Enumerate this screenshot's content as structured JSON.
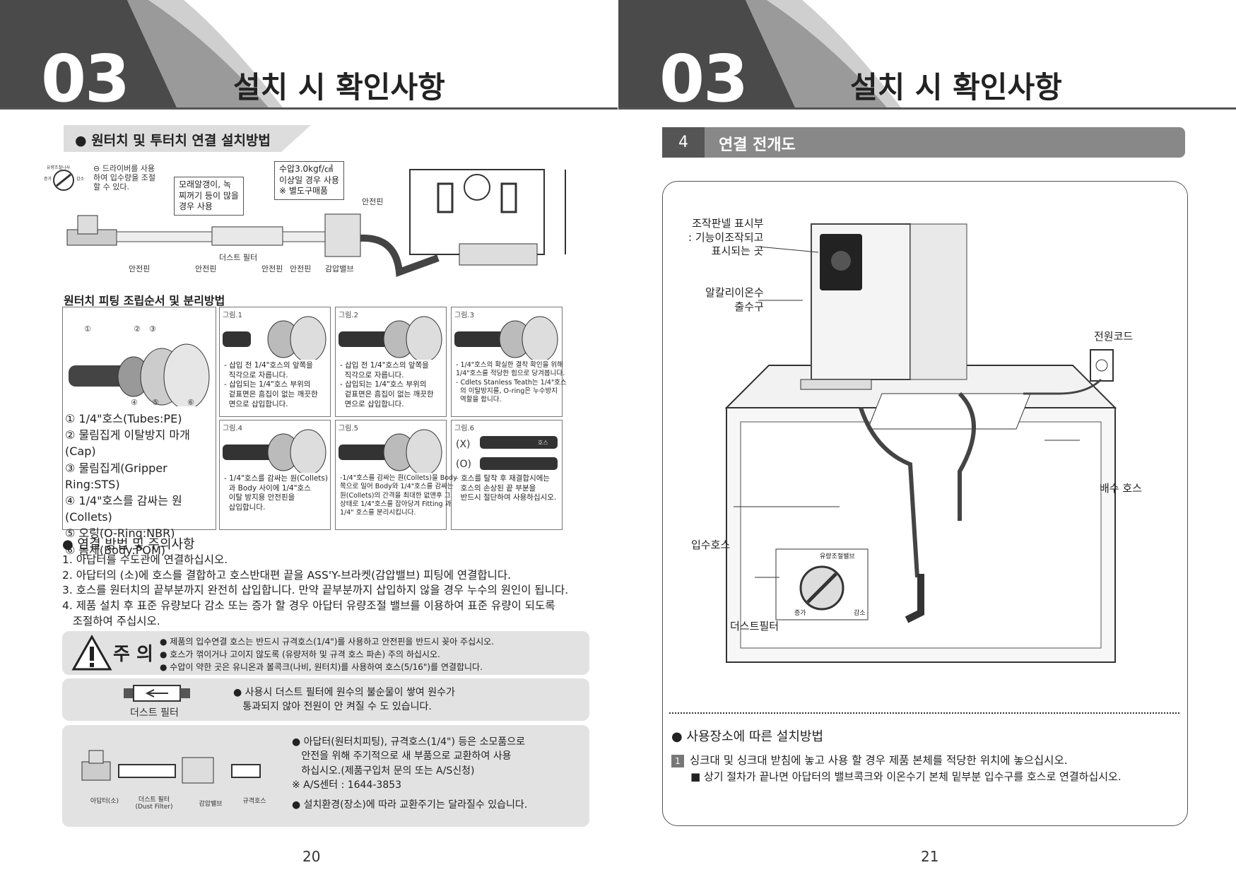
{
  "left": {
    "chapter": "03",
    "title": "설치 시 확인사항",
    "section_title": "원터치 및 투터치 연결 설치방법",
    "diagram": {
      "flow_knob_top": "유량조절나사",
      "flow_knob_left": "증가",
      "flow_knob_right": "감소",
      "note_driver": "⊖ 드라이버를 사용\n하여 입수량을 조절\n할 수 있다.",
      "note_sand": "모래알갱이, 녹\n찌꺼기 등이 많을\n경우 사용",
      "note_pressure": "수압3.0kgf/㎠\n이상일 경우 사용\n※ 별도구매품",
      "pin_labels": [
        "안전핀",
        "안전핀",
        "안전핀",
        "안전핀",
        "안전핀"
      ],
      "dust_filter": "더스트 필터",
      "reducing_valve": "감압밸브"
    },
    "fitting_title": "원터치 피팅 조립순서 및 분리방법",
    "main_fig_markers": [
      "①",
      "②",
      "③",
      "④",
      "⑤",
      "⑥"
    ],
    "parts": [
      "① 1/4\"호스(Tubes:PE)",
      "② 물림집게 이탈방지 마개(Cap)",
      "③ 물림집게(Gripper Ring:STS)",
      "④ 1/4\"호스를 감싸는 원(Collets)",
      "⑤ 오링(O-Ring:NBR)",
      "⑥ 몸체(Body:POM)"
    ],
    "figs": [
      {
        "label": "그림.1",
        "text": "- 삽입 전 1/4\"호스의 앞쪽을\n  직각으로 자릅니다.\n- 삽입되는 1/4\"호스 부위의\n  겉표면은 흠집이 없는 깨끗한\n  면으로 삽입합니다."
      },
      {
        "label": "그림.2",
        "text": "- 삽입 전 1/4\"호스의 앞쪽을\n  직각으로 자릅니다.\n- 삽입되는 1/4\"호스 부위의\n  겉표면은 흠집이 없는 깨끗한\n  면으로 삽입합니다."
      },
      {
        "label": "그림.3",
        "text": "- 1/4\"호스의 확실한 결착 확인을 위해\n1/4\"호스를 적당한 힘으로 당겨봅니다.\n- Cdlets Stanless Teath는 1/4\"호스\n  의 이탈방지를, O-ring은 누수방지\n  역할을 합니다."
      },
      {
        "label": "그림.4",
        "text": "- 1/4\"호스를 감싸는 원(Collets)\n  과 Body 사이에 1/4\"호스\n  이탈 방지용 안전핀을\n  삽입합니다."
      },
      {
        "label": "그림.5",
        "text": "-1/4\"호스를 감싸는 원(Collets)을 Body\n쪽으로 밀어 Body와 1/4\"호스를 감싸는\n원(Collets)의 간격을 최대한 없앤후 그\n상태로 1/4\"호스를 잡아당겨 Fitting 과\n1/4\" 호스를 분리시킵니다."
      },
      {
        "label": "그림.6",
        "text": "- 호스를 탈착 후 재결합시에는\n  호스의 손상된 끝 부분을\n  반드시 절단하여 사용하십시오."
      }
    ],
    "fig6_marks": [
      "(X)",
      "(O)"
    ],
    "fig6_tag": "호스",
    "connect_heading": "● 연결 방법 및 주의사항",
    "steps": [
      "1. 아답터를 수도관에 연결하십시오.",
      "2. 아답터의 (소)에 호스를 결합하고 호스반대편 끝을 ASS'Y-브라켓(감압밸브) 피팅에 연결합니다.",
      "3. 호스를 원터치의 끝부분까지 완전히 삽입합니다. 만약 끝부분까지 삽입하지 않을 경우 누수의 원인이 됩니다.",
      "4. 제품 설치 후 표준 유량보다 감소 또는 증가 할 경우 아답터 유량조절 밸브를 이용하여 표준 유량이 되도록",
      "   조절하여 주십시오."
    ],
    "caution_label": "주 의",
    "caution_lines": [
      "● 제품의 입수연결 호스는 반드시 규격호스(1/4\")를 사용하고 안전핀을 반드시 꽂아 주십시오.",
      "● 호스가 꺾이거나 고이지 않도록 (유량저하 및 규격 호스 파손) 주의 하십시오.",
      "● 수압이 약한 곳은 유니온과 볼콕크(나비, 원터치)를 사용하여 호스(5/16\")를 연결합니다."
    ],
    "dust_label": "더스트 필터",
    "dust_lines": [
      "● 사용시 더스트 필터에 원수의 불순물이 쌓여 원수가",
      "   통과되지 않아 전원이 안 켜질 수 도 있습니다."
    ],
    "parts_names": [
      "아답터(소)",
      "더스트 필터\n(Dust Filter)",
      "감압밸브",
      "규격호스"
    ],
    "parts_lines": [
      "● 아답터(원터치피팅), 규격호스(1/4\") 등은 소모품으로",
      "   안전을 위해 주기적으로 새 부품으로 교환하여 사용",
      "   하십시오.(제품구입처 문의 또는 A/S신청)",
      "※ A/S센터 : 1644-3853"
    ],
    "parts_last": "● 설치환경(장소)에 따라 교환주기는 달라질수 있습니다.",
    "page_number": "20"
  },
  "right": {
    "chapter": "03",
    "title": "설치 시 확인사항",
    "section_number": "4",
    "section_title": "연결 전개도",
    "callouts": {
      "panel": "조작판넬 표시부\n: 기능이조작되고\n표시되는 곳",
      "outlet": "알칼리이온수\n출수구",
      "power": "전원코드",
      "drain": "배수 호스",
      "inlet": "입수호스",
      "dust": "더스트필터",
      "valve_title": "유량조절밸브",
      "valve_inc": "증가",
      "valve_dec": "감소"
    },
    "bullet": "● 사용장소에 따른 설치방법",
    "step_num": "1",
    "step_text": "싱크대 및 싱크대 받침에 놓고 사용 할 경우 제품 본체를 적당한 위치에 놓으십시오.",
    "sub_text": "■ 상기 절차가 끝나면 아답터의 밸브콕크와 이온수기 본체 밑부분 입수구를 호스로 연결하십시오.",
    "page_number": "21"
  },
  "colors": {
    "header_dark": "#4a4a4a",
    "header_light": "#bdbdbd",
    "panel_gray": "#e2e2e2"
  }
}
